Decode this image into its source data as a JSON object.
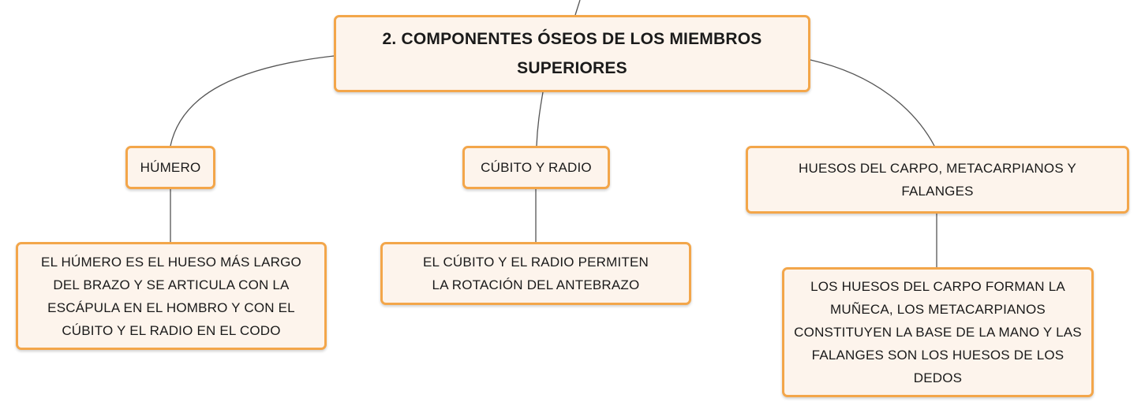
{
  "diagram": {
    "root": {
      "label": "2. COMPONENTES ÓSEOS DE LOS MIEMBROS SUPERIORES"
    },
    "branches": [
      {
        "label": "HÚMERO",
        "description": "EL HÚMERO ES EL HUESO MÁS LARGO DEL BRAZO Y SE ARTICULA CON LA ESCÁPULA EN EL HOMBRO Y CON EL CÚBITO Y EL RADIO EN EL CODO"
      },
      {
        "label": "CÚBITO Y RADIO",
        "description": "EL CÚBITO Y EL RADIO PERMITEN LA ROTACIÓN DEL ANTEBRAZO"
      },
      {
        "label": "HUESOS DEL CARPO, METACARPIANOS Y FALANGES",
        "description": "LOS HUESOS DEL CARPO FORMAN LA MUÑECA, LOS METACARPIANOS CONSTITUYEN LA BASE DE LA MANO Y LAS FALANGES SON LOS HUESOS DE LOS DEDOS"
      }
    ]
  },
  "colors": {
    "node_border": "#f3a64a",
    "node_fill": "#fdf4ec",
    "connector": "#555555",
    "text": "#1a1a1a"
  }
}
